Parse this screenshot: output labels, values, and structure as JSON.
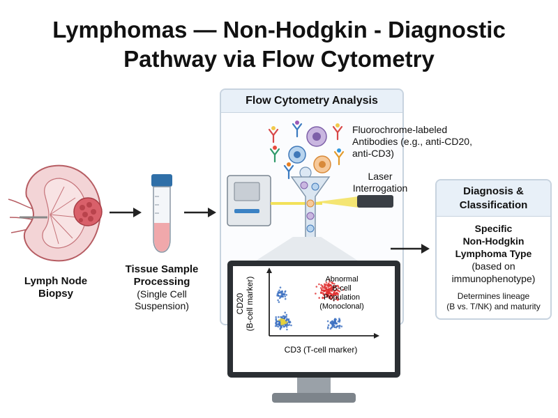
{
  "title": {
    "line1": "Lymphomas — Non-Hodgkin - Diagnostic",
    "line2": "Pathway via Flow Cytometry"
  },
  "biopsy": {
    "line1": "Lymph Node",
    "line2": "Biopsy"
  },
  "processing": {
    "line1": "Tissue Sample",
    "line2": "Processing",
    "sub1": "(Single Cell",
    "sub2": "Suspension)"
  },
  "flow_panel": {
    "header": "Flow Cytometry Analysis",
    "antibodies_line1": "Fluorochrome-labeled",
    "antibodies_line2": "Antibodies (e.g., anti-CD20,",
    "antibodies_line3": "anti-CD3)",
    "laser_line1": "Laser",
    "laser_line2": "Interrogation"
  },
  "plot": {
    "ylabel_line1": "CD20",
    "ylabel_line2": "(B-cell marker)",
    "xlabel": "CD3 (T-cell marker)",
    "annot_line1": "Abnormal",
    "annot_line2": "B-cell",
    "annot_line3": "Population",
    "annot_line4": "(Monoclonal)"
  },
  "diagnosis": {
    "header_line1": "Diagnosis &",
    "header_line2": "Classification",
    "type_line1": "Specific",
    "type_line2": "Non-Hodgkin",
    "type_line3": "Lymphoma Type",
    "basis_line1": "(based on",
    "basis_line2": "immunophenotype)",
    "lineage_line1": "Determines lineage",
    "lineage_line2": "(B vs. T/NK) and maturity"
  },
  "colors": {
    "panel_border": "#c7d3df",
    "panel_header": "#e8f0f8",
    "tissue_pink": "#f3d4d6",
    "tumor_red": "#d9606a",
    "tube_cap": "#2f6fa8",
    "laser_yellow": "#f2e15a",
    "cluster_red": "#e03030",
    "cluster_blue": "#3b6fc0",
    "cluster_yellow": "#e8d23a"
  }
}
